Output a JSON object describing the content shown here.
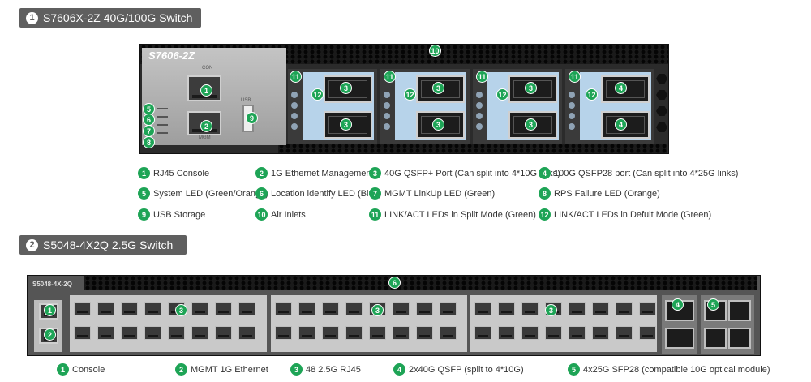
{
  "section1": {
    "number": "1",
    "title": "S7606X-2Z 40G/100G Switch",
    "model_label": "S7606-2Z",
    "port_labels": {
      "con": "CON",
      "mgmt": "MGMT",
      "usb": "USB"
    },
    "callouts": [
      "1",
      "2",
      "3",
      "4",
      "5",
      "6",
      "7",
      "8",
      "9",
      "10",
      "11",
      "12"
    ],
    "legend": [
      {
        "num": "1",
        "text": "RJ45 Console"
      },
      {
        "num": "2",
        "text": "1G Ethernet Management"
      },
      {
        "num": "3",
        "text": "40G QSFP+ Port (Can split into 4*10G links)"
      },
      {
        "num": "4",
        "text": "100G QSFP28 port (Can split into 4*25G links)"
      },
      {
        "num": "5",
        "text": "System LED (Green/Orange)"
      },
      {
        "num": "6",
        "text": "Location identify LED (Blue)"
      },
      {
        "num": "7",
        "text": "MGMT LinkUp LED (Green)"
      },
      {
        "num": "8",
        "text": "RPS Failure LED  (Orange)"
      },
      {
        "num": "9",
        "text": "USB Storage"
      },
      {
        "num": "10",
        "text": "Air Inlets"
      },
      {
        "num": "11",
        "text": "LINK/ACT LEDs in Split Mode  (Green)"
      },
      {
        "num": "12",
        "text": "LINK/ACT LEDs in Defult Mode (Green)"
      }
    ]
  },
  "section2": {
    "number": "2",
    "title": "S5048-4X2Q 2.5G Switch",
    "model_label": "S5048-4X-2Q",
    "callouts": [
      "1",
      "2",
      "3",
      "3",
      "3",
      "4",
      "5",
      "6"
    ],
    "legend": [
      {
        "num": "1",
        "text": "Console"
      },
      {
        "num": "2",
        "text": "MGMT 1G Ethernet"
      },
      {
        "num": "3",
        "text": "48 2.5G RJ45"
      },
      {
        "num": "4",
        "text": "2x40G QSFP  (split to 4*10G)"
      },
      {
        "num": "5",
        "text": "4x25G SFP28  (compatible 10G optical module)"
      }
    ]
  },
  "colors": {
    "callout": "#1ea456",
    "header_bg": "#5f5f5f",
    "led_blue": "#b7d3ea"
  }
}
